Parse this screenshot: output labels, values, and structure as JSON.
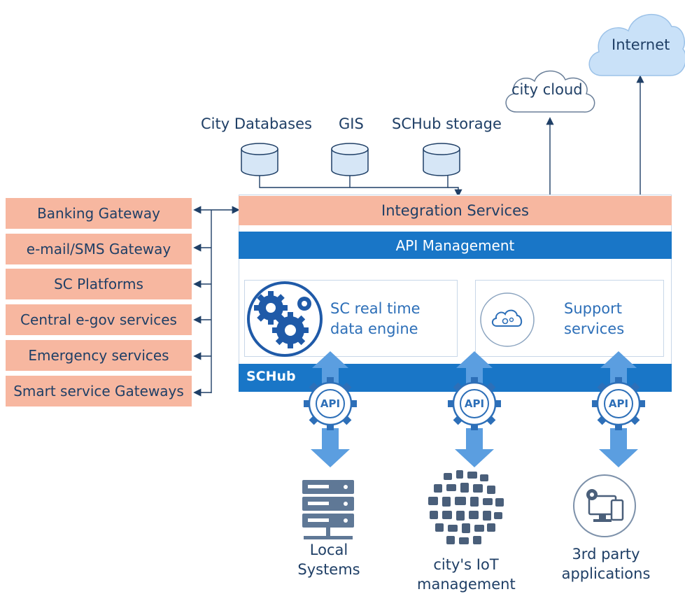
{
  "storage": {
    "city_databases": "City Databases",
    "gis": "GIS",
    "schub_storage": "SCHub storage"
  },
  "clouds": {
    "city_cloud": "city cloud",
    "internet": "Internet"
  },
  "gateways": [
    "Banking Gateway",
    "e-mail/SMS Gateway",
    "SC Platforms",
    "Central e-gov services",
    "Emergency services",
    "Smart service Gateways"
  ],
  "hub": {
    "integration": "Integration Services",
    "api_management": "API Management",
    "name": "SCHub",
    "engine": {
      "line1": "SC real time",
      "line2": "data engine"
    },
    "support": {
      "line1": "Support",
      "line2": "services"
    }
  },
  "api_label": "API",
  "consumers": {
    "local": {
      "line1": "Local",
      "line2": "Systems"
    },
    "iot": {
      "line1": "city's IoT",
      "line2": "management"
    },
    "third_party": {
      "line1": "3rd party",
      "line2": "applications"
    }
  },
  "colors": {
    "salmon": "#f7b7a0",
    "hub_blue": "#1976c7",
    "arrow_blue": "#5b9ee0",
    "text_navy": "#1f3f66"
  }
}
